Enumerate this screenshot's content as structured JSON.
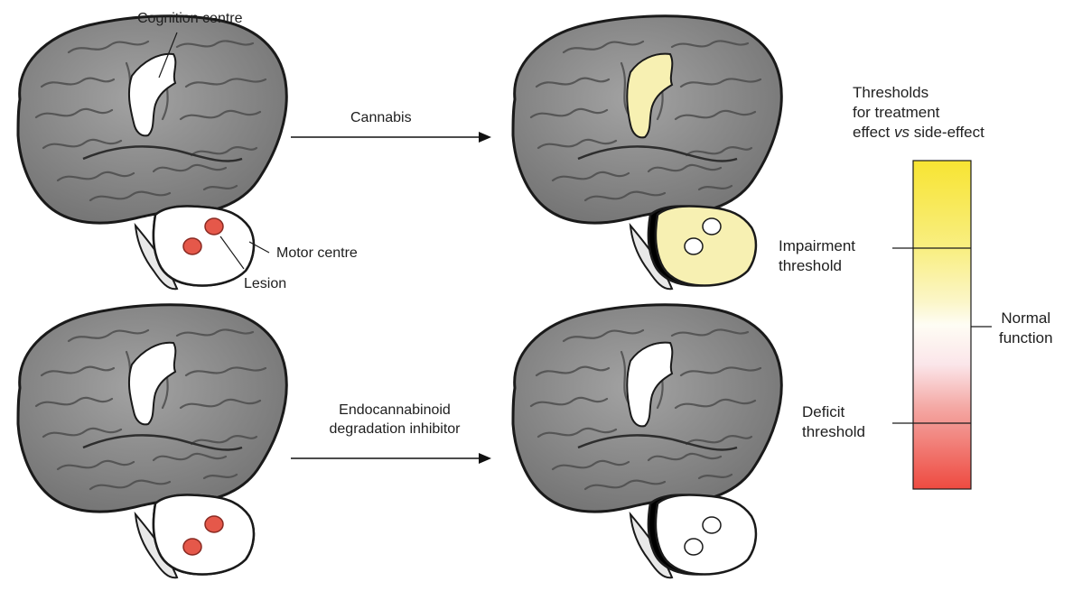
{
  "labels": {
    "cognition_centre": "Cognition centre",
    "motor_centre": "Motor centre",
    "lesion": "Lesion",
    "cannabis": "Cannabis",
    "inhibitor_line1": "Endocannabinoid",
    "inhibitor_line2": "degradation inhibitor"
  },
  "scale": {
    "title_line1": "Thresholds",
    "title_line2": "for treatment",
    "title_line3_a": "effect ",
    "title_line3_b": "vs",
    "title_line3_c": " side-effect",
    "impairment_line1": "Impairment",
    "impairment_line2": "threshold",
    "normal_line1": "Normal",
    "normal_line2": "function",
    "deficit_line1": "Deficit",
    "deficit_line2": "threshold",
    "gradient_colors": [
      "#f7e432",
      "#f9ef86",
      "#fbf6c8",
      "#fefdf4",
      "#fbe6ea",
      "#f4a9a5",
      "#ee4a40"
    ]
  },
  "colors": {
    "brain_fill": "#8f8f8f",
    "brain_outline": "#1a1a1a",
    "highlight_yellow": "#f7f0b2",
    "lesion_red": "#e5584a",
    "white": "#ffffff"
  }
}
